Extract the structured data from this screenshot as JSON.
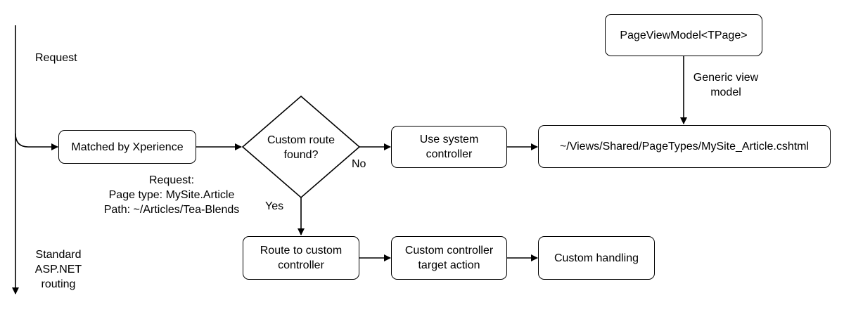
{
  "request_label": "Request",
  "standard_routing_label": "Standard\nASP.NET\nrouting",
  "nodes": {
    "matched": "Matched by Xperience",
    "decision": "Custom route\nfound?",
    "system_controller": "Use system\ncontroller",
    "view_path": "~/Views/Shared/PageTypes/MySite_Article.cshtml",
    "page_view_model": "PageViewModel<TPage>",
    "route_custom": "Route to custom\ncontroller",
    "custom_action": "Custom controller\ntarget action",
    "custom_handling": "Custom handling"
  },
  "edge_labels": {
    "no": "No",
    "yes": "Yes",
    "generic_view_model": "Generic view\nmodel"
  },
  "request_details": "Request:\nPage type: MySite.Article\nPath: ~/Articles/Tea-Blends"
}
